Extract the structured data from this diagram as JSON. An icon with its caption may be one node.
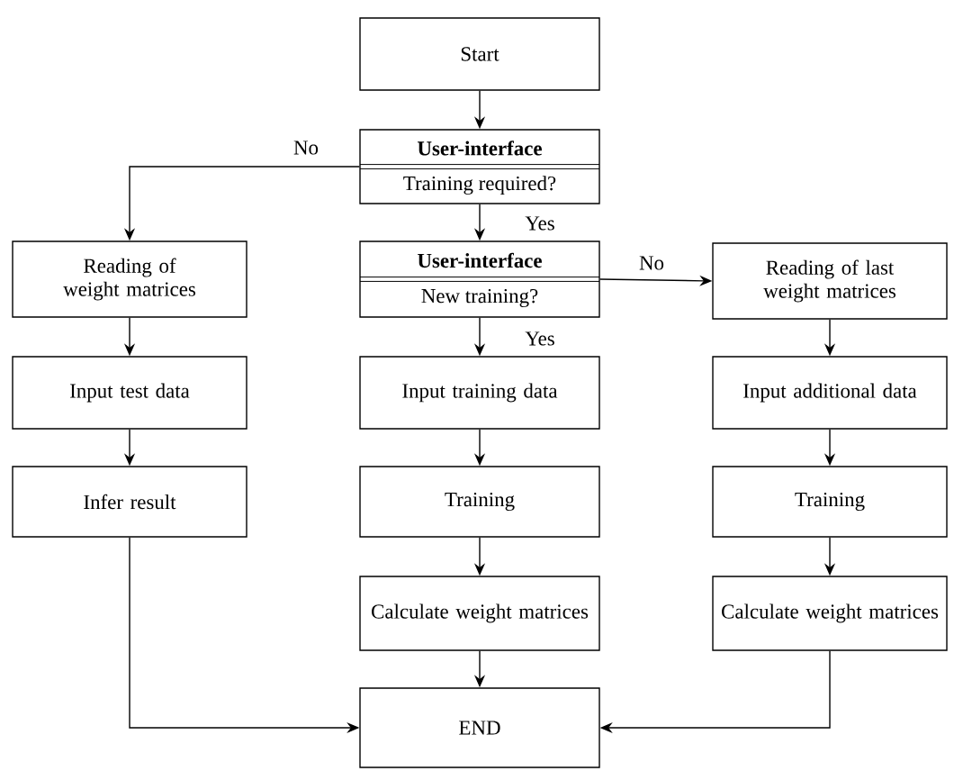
{
  "diagram": {
    "nodes": [
      {
        "text": [
          "Start"
        ]
      },
      {
        "text": [
          "User-interface",
          "Training required?"
        ]
      },
      {
        "text": [
          "Reading of weight matrices"
        ]
      },
      {
        "text": [
          "User-interface",
          "New training?"
        ]
      },
      {
        "text": [
          "Reading of last weight matrices"
        ]
      },
      {
        "text": [
          "Input test data"
        ]
      },
      {
        "text": [
          "Input training data"
        ]
      },
      {
        "text": [
          "Input additional data"
        ]
      },
      {
        "text": [
          "Infer result"
        ]
      },
      {
        "text": [
          "Training"
        ]
      },
      {
        "text": [
          "Training"
        ]
      },
      {
        "text": [
          "Calculate weight matrices"
        ]
      },
      {
        "text": [
          "Calculate weight matrices"
        ]
      },
      {
        "text": [
          "END"
        ]
      }
    ],
    "edges": [
      {
        "from": 0,
        "to": 1,
        "arrow": "to"
      },
      {
        "from": 1,
        "to": 2,
        "arrow": "to",
        "label": "No"
      },
      {
        "from": 1,
        "to": 3,
        "arrow": "to",
        "label": "Yes"
      },
      {
        "from": 3,
        "to": 4,
        "arrow": "to",
        "label": "No"
      },
      {
        "from": 3,
        "to": 6,
        "arrow": "to",
        "label": "Yes"
      },
      {
        "from": 2,
        "to": 5,
        "arrow": "to"
      },
      {
        "from": 5,
        "to": 8,
        "arrow": "to"
      },
      {
        "from": 8,
        "to": 13,
        "arrow": "to"
      },
      {
        "from": 6,
        "to": 9,
        "arrow": "to"
      },
      {
        "from": 9,
        "to": 11,
        "arrow": "to"
      },
      {
        "from": 11,
        "to": 13,
        "arrow": "to"
      },
      {
        "from": 4,
        "to": 7,
        "arrow": "to"
      },
      {
        "from": 7,
        "to": 10,
        "arrow": "to"
      },
      {
        "from": 10,
        "to": 12,
        "arrow": "to"
      },
      {
        "from": 12,
        "to": 13,
        "arrow": "to"
      }
    ]
  }
}
